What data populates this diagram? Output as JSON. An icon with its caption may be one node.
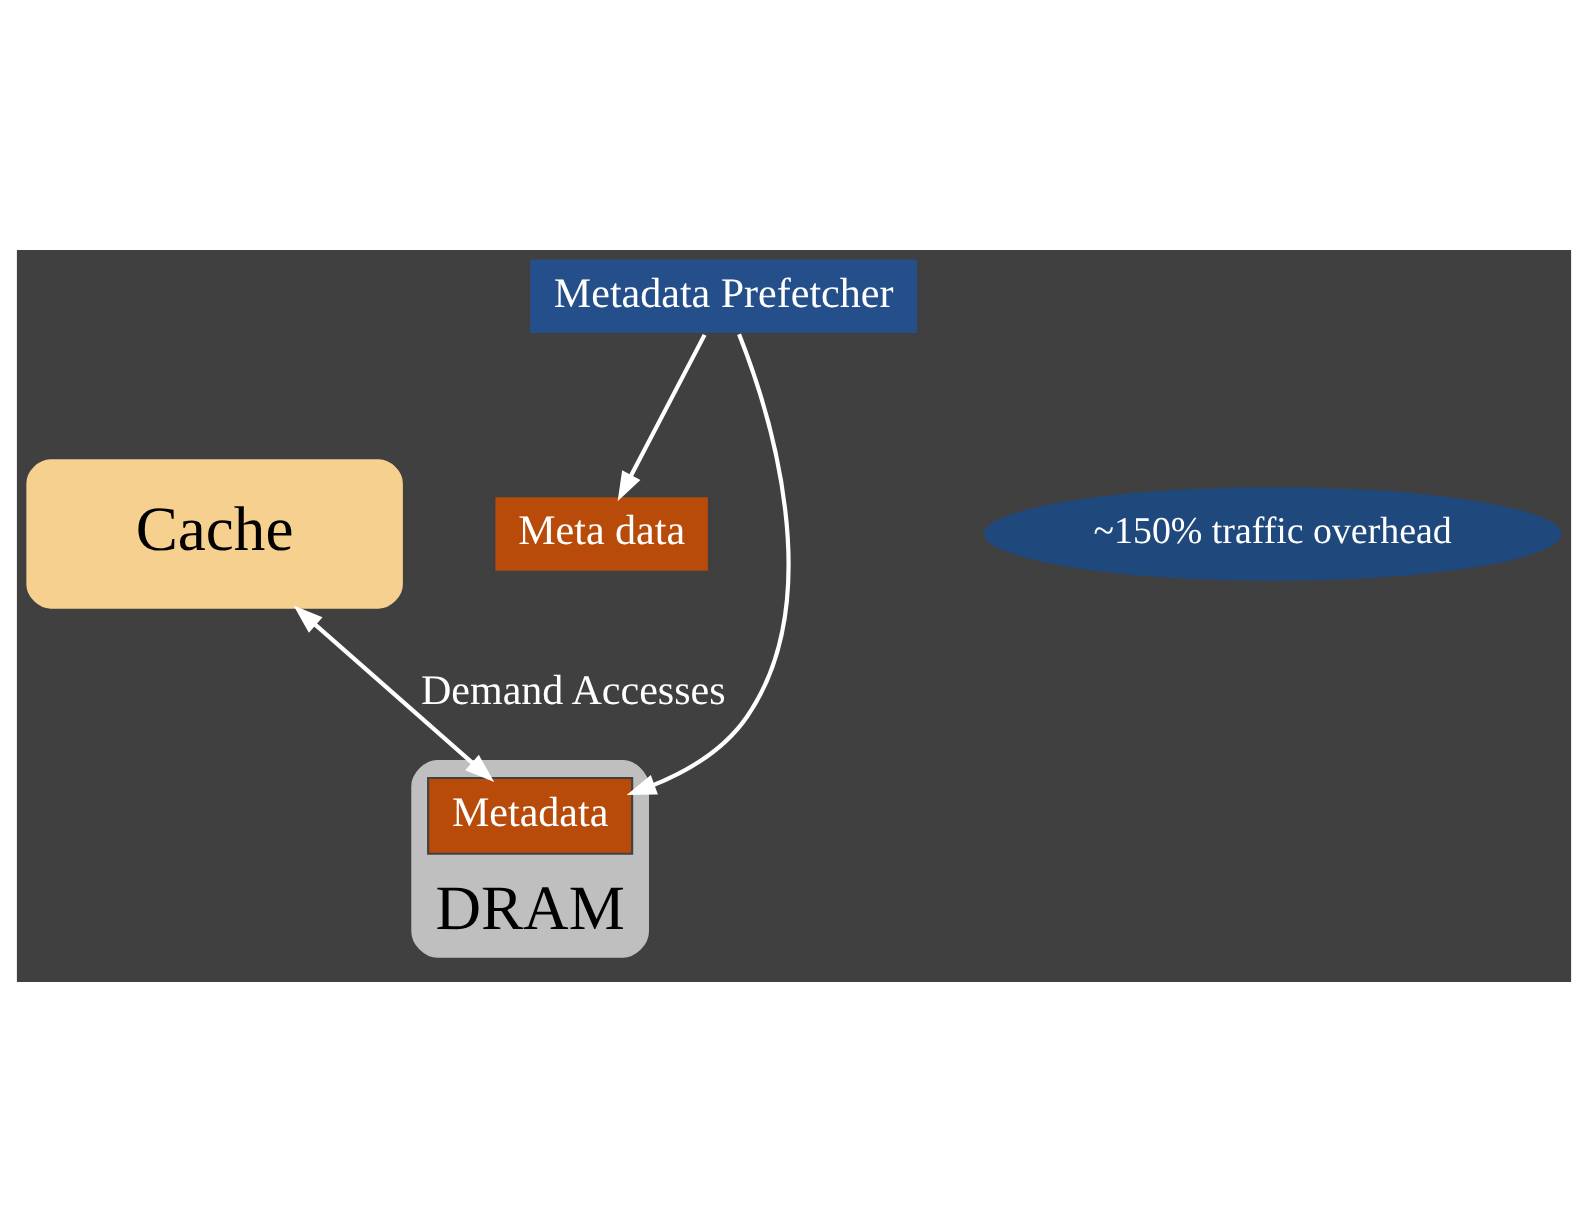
{
  "diagram": {
    "nodes": [
      {
        "text": [
          "Cache"
        ]
      },
      {
        "text": [
          "Meta data"
        ]
      },
      {
        "text": [
          "~150% traffic overhead"
        ]
      },
      {
        "text": [
          "Metadata Prefetcher"
        ]
      },
      {
        "text": [
          "DRAM"
        ]
      },
      {
        "text": [
          "Metadata"
        ],
        "in": 4
      }
    ],
    "edges": [
      {
        "from": 0,
        "to": 5,
        "arrow": "both",
        "label": "Demand Accesses"
      },
      {
        "from": 3,
        "to": 1,
        "arrow": "to"
      },
      {
        "from": 3,
        "to": 5,
        "arrow": "to"
      }
    ]
  }
}
